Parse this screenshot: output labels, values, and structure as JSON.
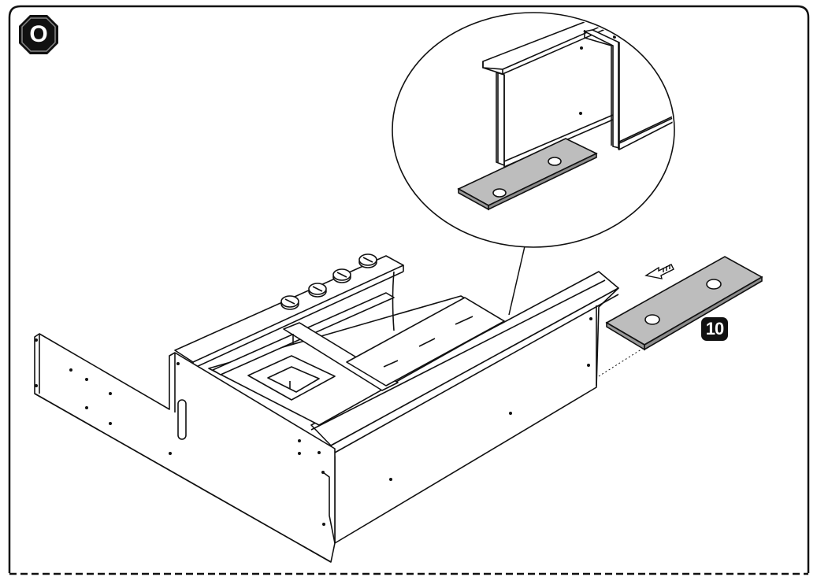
{
  "step": {
    "label": "O"
  },
  "part": {
    "number": "10",
    "quantity_holes": 2
  },
  "colors": {
    "line": "#111111",
    "panel_fill": "#ffffff",
    "part_fill": "#bdbdbd",
    "badge": "#111111"
  },
  "icons": {
    "insert_direction": "arrow-left-icon",
    "detail_callout": "magnifier-circle"
  }
}
